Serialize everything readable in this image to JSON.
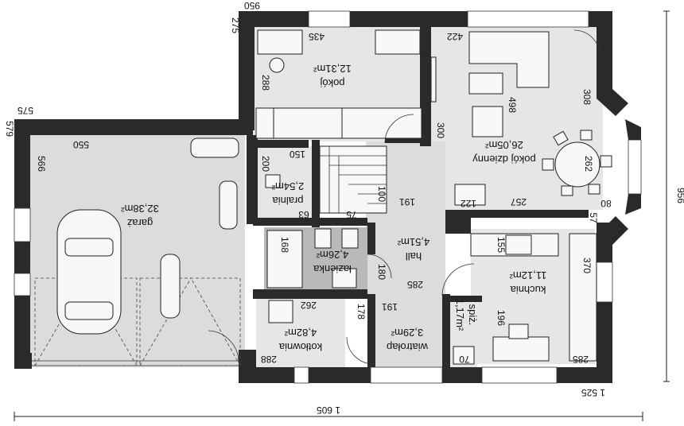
{
  "dimensions": {
    "total_width": "1 605",
    "right_width": "1 525",
    "total_height": "956",
    "top_width": "950",
    "top_offset": "275",
    "left_offset": "575",
    "left_top": "579"
  },
  "rooms": [
    {
      "id": "pokoj",
      "name": "pokój",
      "area": "12,31m²",
      "dims": [
        "435",
        "288",
        ""
      ]
    },
    {
      "id": "pokoj-dzienny",
      "name": "pokój dzienny",
      "area": "26,05m²",
      "dims": [
        "422",
        "498",
        "308",
        "300",
        "262",
        "257",
        "80",
        "122"
      ]
    },
    {
      "id": "garaz",
      "name": "garaż",
      "area": "32,38m²",
      "dims": [
        "550",
        "566"
      ]
    },
    {
      "id": "pralnia",
      "name": "pralnia",
      "area": "2,54m²",
      "dims": [
        "150",
        "200",
        "63",
        "75"
      ]
    },
    {
      "id": "lazienka",
      "name": "łazienka",
      "area": "4,26m²",
      "dims": [
        "168"
      ]
    },
    {
      "id": "hall",
      "name": "hall",
      "area": "4,51m²",
      "dims": [
        "191",
        "100",
        "180",
        "285"
      ]
    },
    {
      "id": "kuchnia",
      "name": "kuchnia",
      "area": "11,12m²",
      "dims": [
        "155",
        "370",
        "196",
        "285",
        "57"
      ]
    },
    {
      "id": "kotlownia",
      "name": "kotłownia",
      "area": "4,82m²",
      "dims": [
        "262",
        "288",
        "178"
      ]
    },
    {
      "id": "wiatrolap",
      "name": "wiatrołap",
      "area": "3,29m²",
      "dims": [
        "191"
      ]
    },
    {
      "id": "spiz",
      "name": "spiż.",
      "area": "1,17m²",
      "dims": [
        "70"
      ]
    }
  ]
}
